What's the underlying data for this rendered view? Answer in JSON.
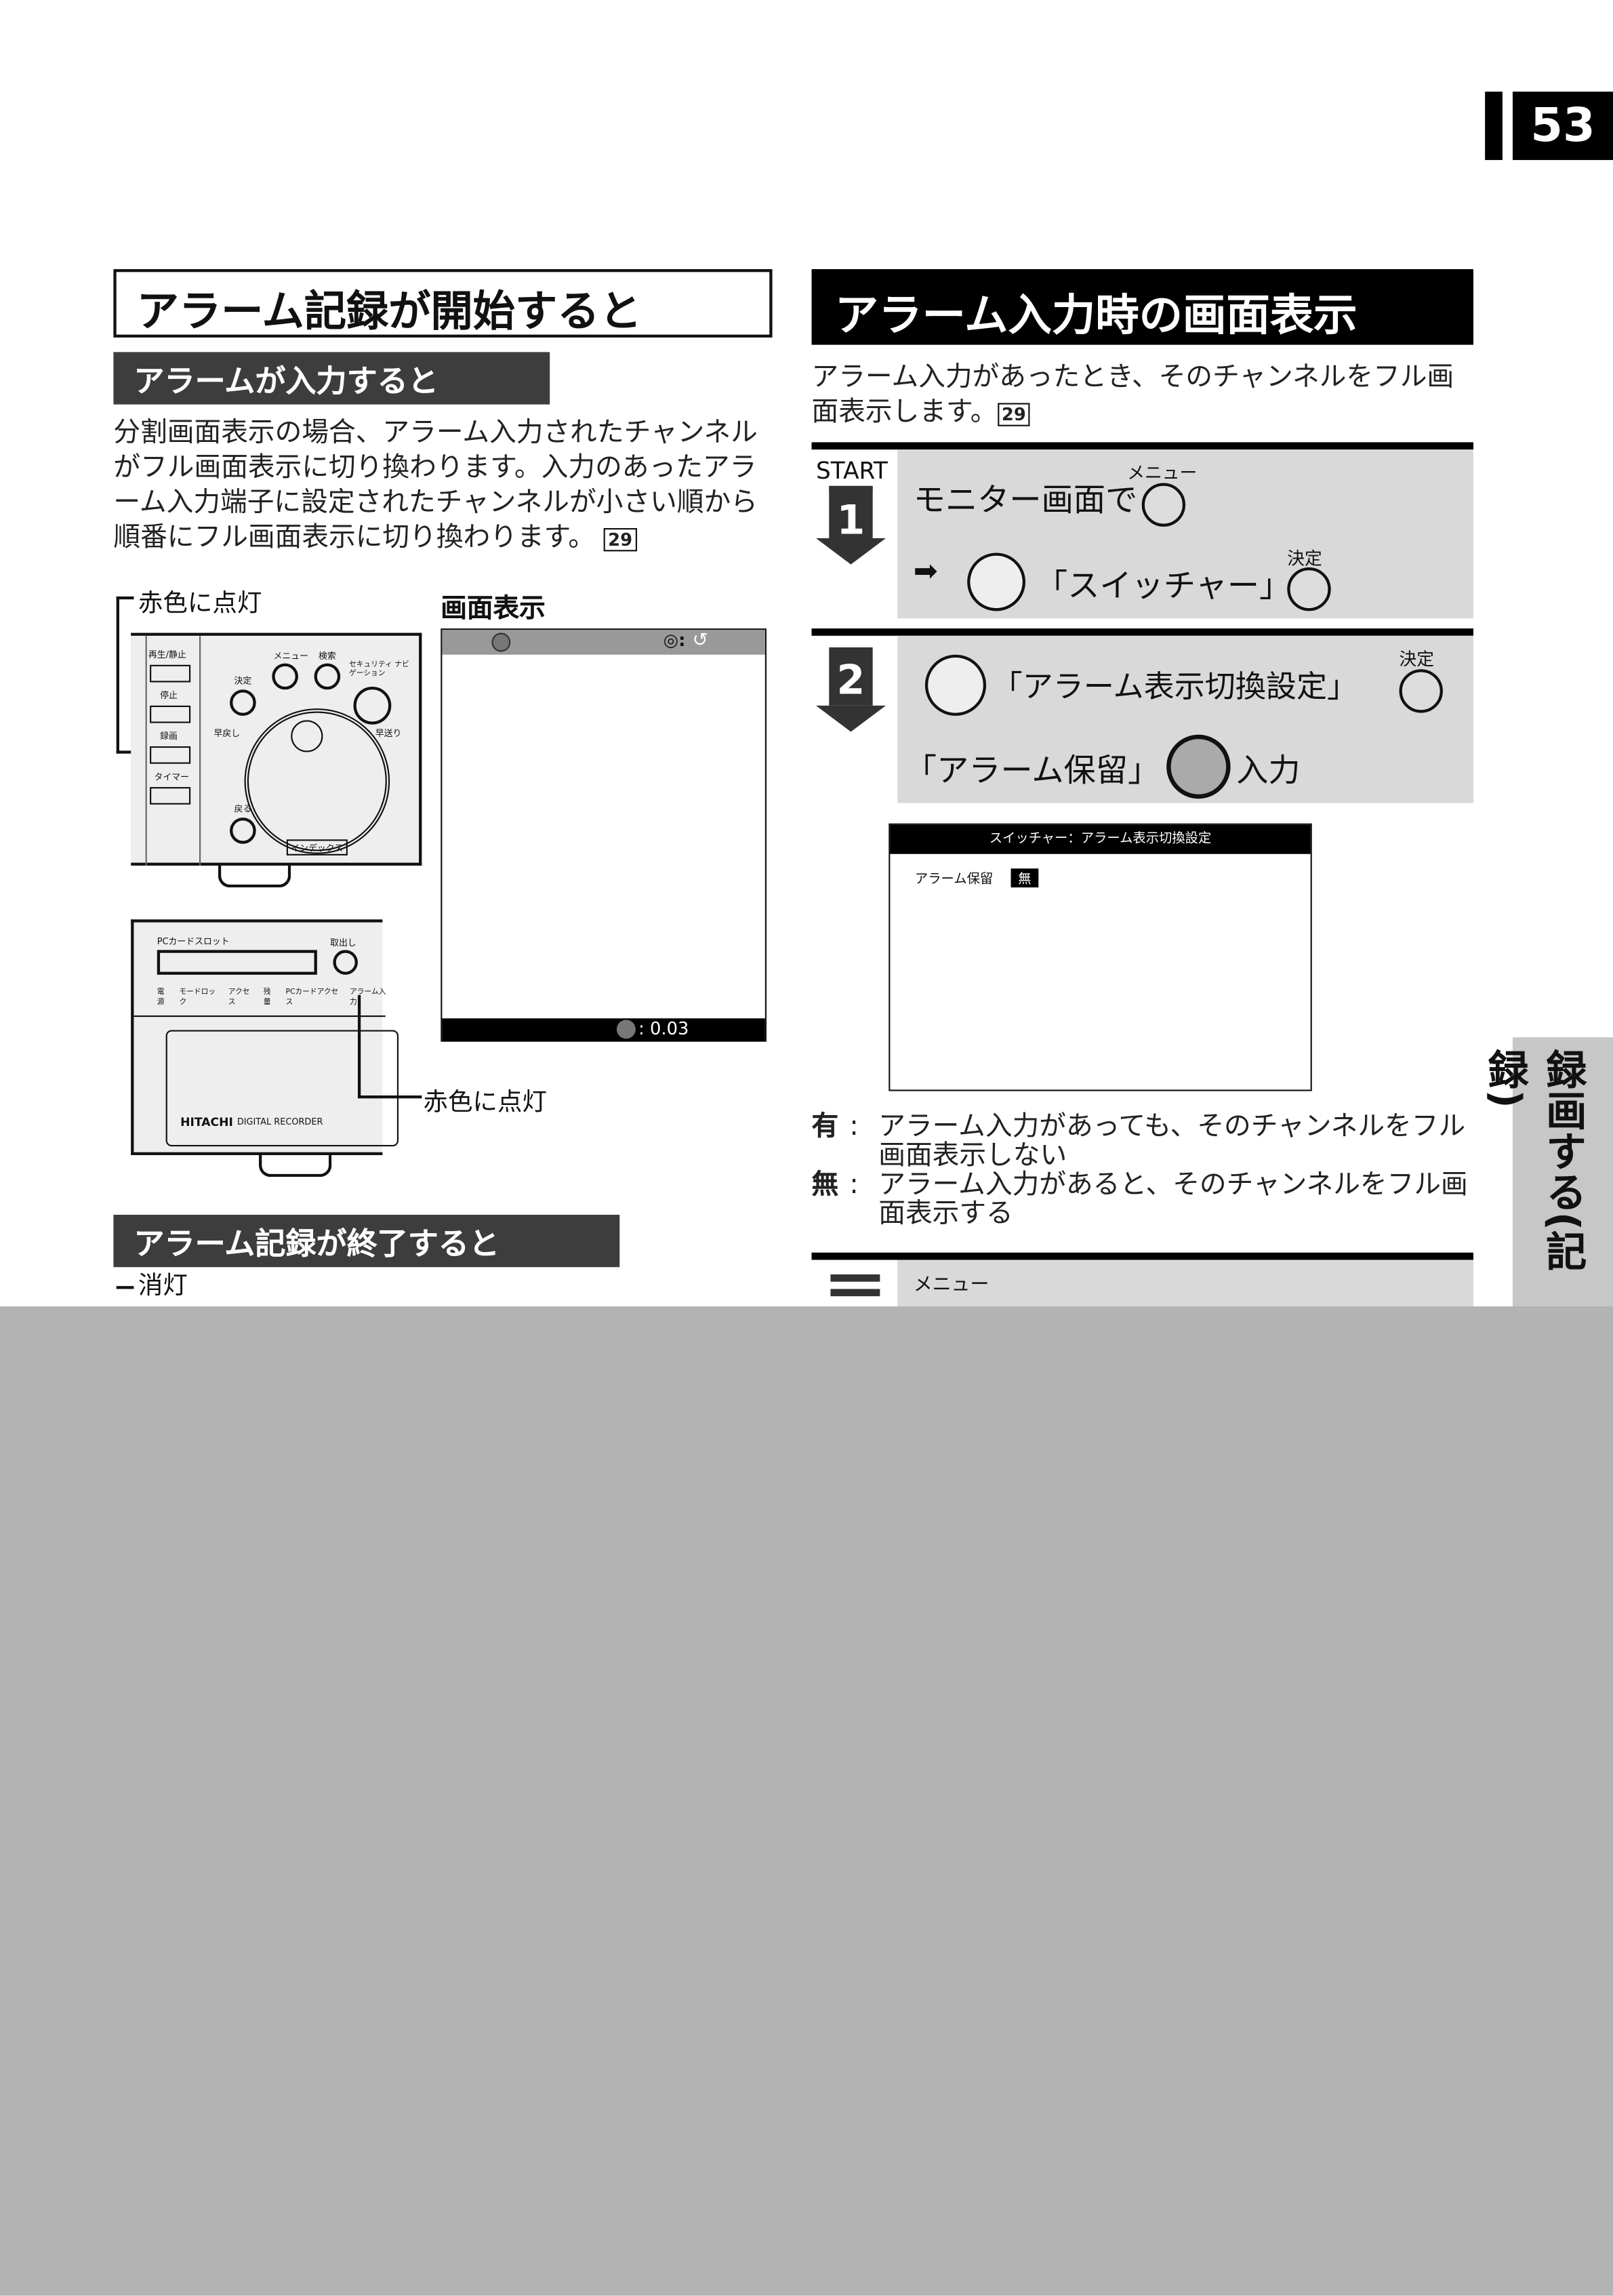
{
  "page_number": "53",
  "side_tab": "録画する(記録)",
  "left": {
    "title": "アラーム記録が開始すると",
    "sub1": "アラームが入力すると",
    "para1": "分割画面表示の場合、アラーム入力されたチャンネルがフル画面表示に切り換わります。入力のあったアラーム入力端子に設定されたチャンネルが小さい順から順番にフル画面表示に切り換わります。",
    "ref": "29",
    "label_red1": "赤色に点灯",
    "label_red2": "赤色に点灯",
    "screen_label": "画面表示",
    "screen_time": ": 0.03",
    "device1": {
      "buttons": [
        "再生/静止",
        "停止",
        "録画",
        "タイマー",
        "決定",
        "メニュー",
        "検索",
        "セキュリティ ナビゲーション",
        "早戻し",
        "早送り",
        "戻る",
        "インデックス"
      ]
    },
    "device2": {
      "slot": "PCカードスロット",
      "eject": "取出し",
      "leds": [
        "電源",
        "モードロック",
        "アクセス",
        "残量",
        "PCカードアクセス",
        "アラーム入力"
      ],
      "brand": "HITACHI",
      "model": "DIGITAL RECORDER"
    },
    "sub2": "アラーム記録が終了すると",
    "label_off": "消灯"
  },
  "right": {
    "title": "アラーム入力時の画面表示",
    "para": "アラーム入力があったとき、そのチャンネルをフル画面表示します。",
    "ref": "29",
    "start": "START",
    "step1": {
      "num": "1",
      "line1": "モニター画面で",
      "menu_label": "メニュー",
      "line2": "「スイッチャー」",
      "enter_label": "決定"
    },
    "step2": {
      "num": "2",
      "line1": "「アラーム表示切換設定」",
      "enter_label": "決定",
      "line2": "「アラーム保留」",
      "line2b": "入力"
    },
    "screen": {
      "title": "スイッチャー：アラーム表示切換設定",
      "item": "アラーム保留",
      "value": "無"
    },
    "opts": [
      {
        "k": "有",
        "v": "アラーム入力があっても、そのチャンネルをフル画面表示しない"
      },
      {
        "k": "無",
        "v": "アラーム入力があると、そのチャンネルをフル画面表示する"
      }
    ],
    "step3": {
      "menu_label": "メニュー"
    }
  },
  "colors": {
    "overlay": "#b3b3b3",
    "panel": "#d9d9d9",
    "subhead": "#3d3d3d"
  }
}
